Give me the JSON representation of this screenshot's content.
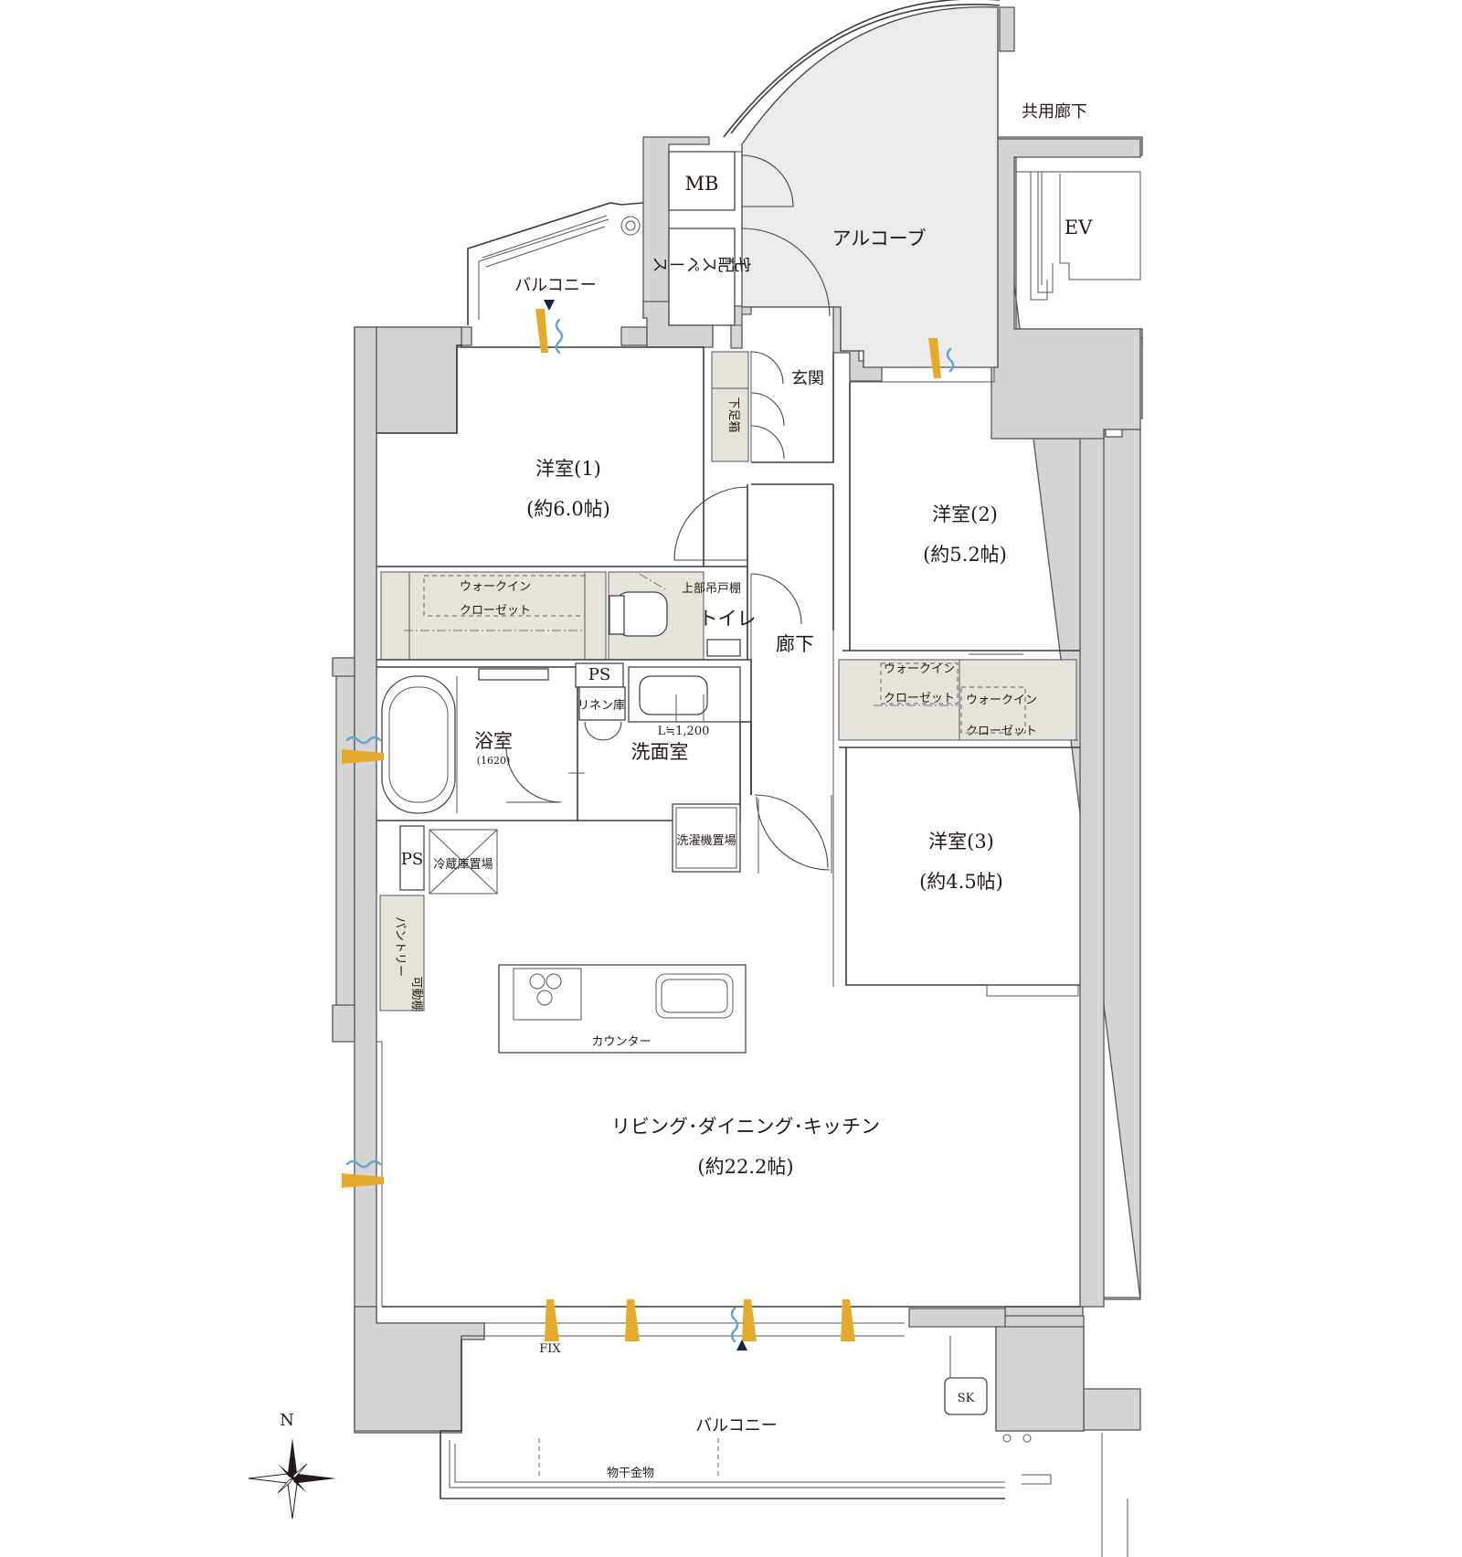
{
  "labels": {
    "common_corridor": "共用廊下",
    "ev": "EV",
    "alcove": "アルコーブ",
    "mb": "MB",
    "delivery_box": "宅配スペース",
    "balcony_north": "バルコニー",
    "entrance": "玄関",
    "shoe_box": "下足箱",
    "room1": "洋室(1)",
    "room1_size": "(約6.0帖)",
    "room2": "洋室(2)",
    "room2_size": "(約5.2帖)",
    "room3": "洋室(3)",
    "room3_size": "(約4.5帖)",
    "wic_a": "ウォークイン",
    "wic_b": "クローゼット",
    "toilet": "トイレ",
    "upper_cabinet": "上部吊戸棚",
    "hallway": "廊下",
    "ps": "PS",
    "linen": "リネン庫",
    "washroom": "洗面室",
    "vanity": "L≒1,200",
    "bath": "浴室",
    "bath_size": "(1620)",
    "washer": "洗濯機置場",
    "fridge": "冷蔵庫置場",
    "pantry": "パントリー",
    "movable_shelf": "可動棚",
    "counter": "カウンター",
    "ldk": "リビング･ダイニング･キッチン",
    "ldk_size": "(約22.2帖)",
    "fix": "FIX",
    "balcony_south": "バルコニー",
    "sk": "SK",
    "laundry_rail": "物干金物",
    "north": "N"
  },
  "colors": {
    "wall": "#d4d4d4",
    "alcove": "#ebebeb",
    "closet": "#e6e3dc",
    "vent_orange": "#e3aa2c",
    "vent_blue": "#5aa7cf",
    "marker": "#14253f"
  }
}
